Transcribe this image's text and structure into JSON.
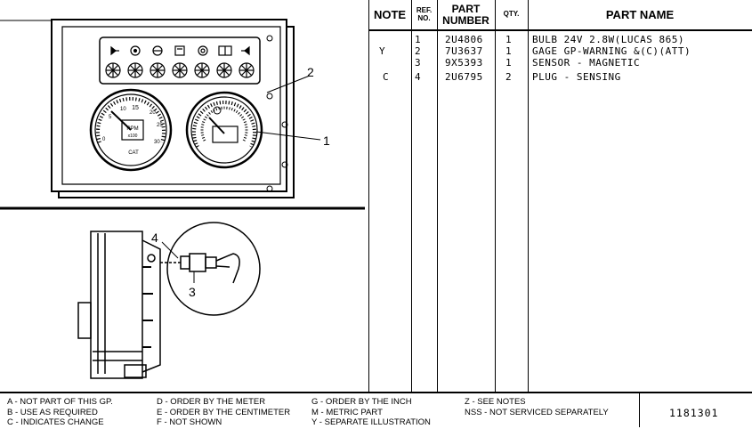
{
  "header": {
    "note": "NOTE",
    "ref_no": "REF. NO.",
    "part_number": "PART NUMBER",
    "qty": "QTY.",
    "part_name": "PART NAME"
  },
  "rows": [
    {
      "note": "",
      "ref": "1",
      "part_number": "2U4806",
      "qty": "1",
      "name": "BULB     24V    2.8W(LUCAS  865)"
    },
    {
      "note": "Y",
      "ref": "2",
      "part_number": "7U3637",
      "qty": "1",
      "name": "GAGE GP-WARNING &(C)(ATT)"
    },
    {
      "note": "",
      "ref": "3",
      "part_number": "9X5393",
      "qty": "1",
      "name": "SENSOR - MAGNETIC"
    },
    {
      "note": "C",
      "ref": "4",
      "part_number": "2U6795",
      "qty": "2",
      "name": "PLUG - SENSING"
    }
  ],
  "callouts": [
    "1",
    "2",
    "3",
    "4"
  ],
  "gauge_labels": {
    "tach_scale_top": "15",
    "tach_ticks": [
      "5",
      "10",
      "20",
      "25",
      "30",
      "0"
    ],
    "tach_unit": "RPM",
    "tach_multiplier": "x100",
    "brand": "CAT"
  },
  "legend": {
    "col1": [
      "A - NOT PART OF THIS GP.",
      "B - USE AS REQUIRED",
      "C - INDICATES CHANGE"
    ],
    "col2": [
      "D - ORDER BY THE METER",
      "E - ORDER BY THE CENTIMETER",
      "F - NOT SHOWN"
    ],
    "col3": [
      "G - ORDER BY THE INCH",
      "M - METRIC PART",
      "Y - SEPARATE ILLUSTRATION"
    ],
    "col4": [
      "Z - SEE NOTES",
      "NSS - NOT SERVICED SEPARATELY"
    ]
  },
  "illustration_number": "1181301"
}
